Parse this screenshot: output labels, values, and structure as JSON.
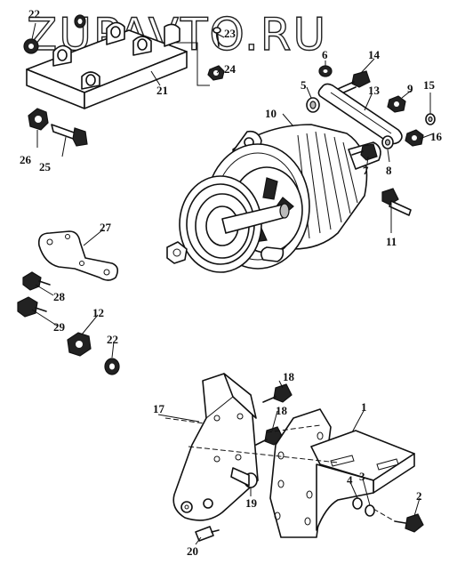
{
  "watermark": "ZUPAVTO.RU",
  "callouts": [
    {
      "id": "c1",
      "label": "1"
    },
    {
      "id": "c2",
      "label": "2"
    },
    {
      "id": "c3",
      "label": "3"
    },
    {
      "id": "c4",
      "label": "4"
    },
    {
      "id": "c5",
      "label": "5"
    },
    {
      "id": "c6",
      "label": "6"
    },
    {
      "id": "c7",
      "label": "7"
    },
    {
      "id": "c8",
      "label": "8"
    },
    {
      "id": "c9",
      "label": "9"
    },
    {
      "id": "c10",
      "label": "10"
    },
    {
      "id": "c11",
      "label": "11"
    },
    {
      "id": "c12",
      "label": "12"
    },
    {
      "id": "c13",
      "label": "13"
    },
    {
      "id": "c14",
      "label": "14"
    },
    {
      "id": "c15",
      "label": "15"
    },
    {
      "id": "c16",
      "label": "16"
    },
    {
      "id": "c17",
      "label": "17"
    },
    {
      "id": "c18a",
      "label": "18"
    },
    {
      "id": "c18b",
      "label": "18"
    },
    {
      "id": "c19",
      "label": "19"
    },
    {
      "id": "c20",
      "label": "20"
    },
    {
      "id": "c21",
      "label": "21"
    },
    {
      "id": "c22a",
      "label": "22"
    },
    {
      "id": "c22b",
      "label": "22"
    },
    {
      "id": "c23",
      "label": "23"
    },
    {
      "id": "c24",
      "label": "24"
    },
    {
      "id": "c25",
      "label": "25"
    },
    {
      "id": "c26",
      "label": "26"
    },
    {
      "id": "c27",
      "label": "27"
    },
    {
      "id": "c28",
      "label": "28"
    },
    {
      "id": "c29",
      "label": "29"
    }
  ]
}
